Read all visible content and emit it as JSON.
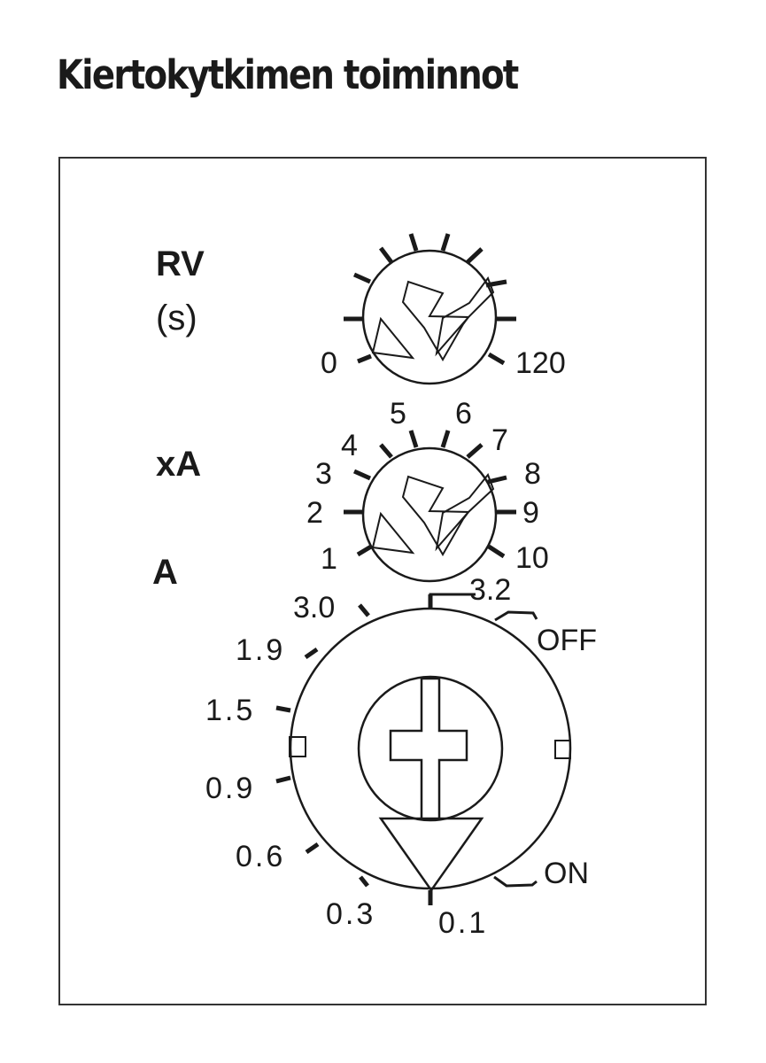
{
  "title": "Kiertokytkimen toiminnot",
  "rv_dial": {
    "label": "RV",
    "unit": "(s)",
    "min_label": "0",
    "max_label": "120"
  },
  "xa_dial": {
    "label": "xA",
    "scale": [
      "1",
      "2",
      "3",
      "4",
      "5",
      "6",
      "7",
      "8",
      "9",
      "10"
    ]
  },
  "a_dial": {
    "label": "A",
    "scale": [
      "0.1",
      "0.3",
      "0.6",
      "0.9",
      "1.5",
      "1.9",
      "3.0",
      "3.2"
    ],
    "off_label": "OFF",
    "on_label": "ON"
  },
  "colors": {
    "ink": "#1a1a1a",
    "frame": "#333333",
    "background": "#ffffff"
  }
}
